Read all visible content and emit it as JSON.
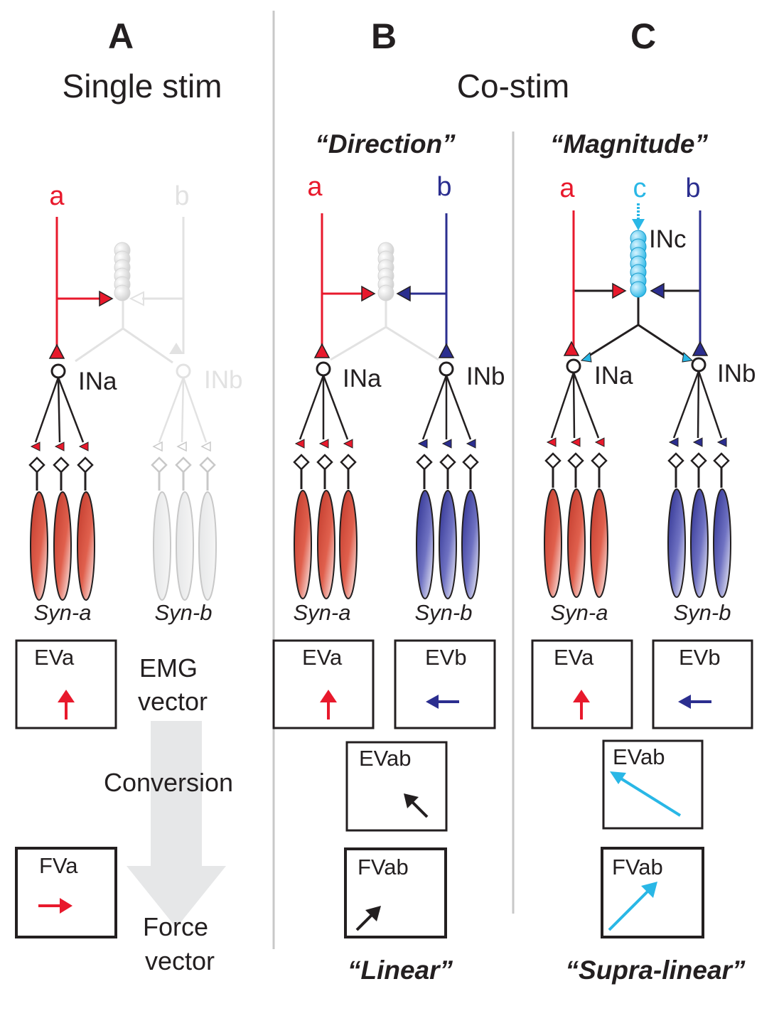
{
  "colors": {
    "red": "#e8192c",
    "blue": "#2b2e8f",
    "cyan": "#29b7e6",
    "gray": "#c8c8c8",
    "faint": "#e2e2e2",
    "black": "#231f20"
  },
  "panel_a": {
    "letter": "A",
    "heading": "Single stim",
    "input_a": "a",
    "input_b": "b",
    "in_a": "INa",
    "in_b": "INb",
    "syn_a": "Syn-a",
    "syn_b": "Syn-b",
    "ev_label": "EVa",
    "emg_line1": "EMG",
    "emg_line2": "vector",
    "conversion": "Conversion",
    "fv_label": "FVa",
    "force_line1": "Force",
    "force_line2": "vector"
  },
  "costim_heading": "Co-stim",
  "panel_b": {
    "letter": "B",
    "subtitle": "“Direction”",
    "input_a": "a",
    "input_b": "b",
    "in_a": "INa",
    "in_b": "INb",
    "syn_a": "Syn-a",
    "syn_b": "Syn-b",
    "ev_a": "EVa",
    "ev_b": "EVb",
    "ev_ab": "EVab",
    "fv_ab": "FVab",
    "caption": "“Linear”"
  },
  "panel_c": {
    "letter": "C",
    "subtitle": "“Magnitude”",
    "input_a": "a",
    "input_c": "c",
    "input_b": "b",
    "in_c": "INc",
    "in_a": "INa",
    "in_b": "INb",
    "syn_a": "Syn-a",
    "syn_b": "Syn-b",
    "ev_a": "EVa",
    "ev_b": "EVb",
    "ev_ab": "EVab",
    "fv_ab": "FVab",
    "caption": "“Supra-linear”"
  }
}
